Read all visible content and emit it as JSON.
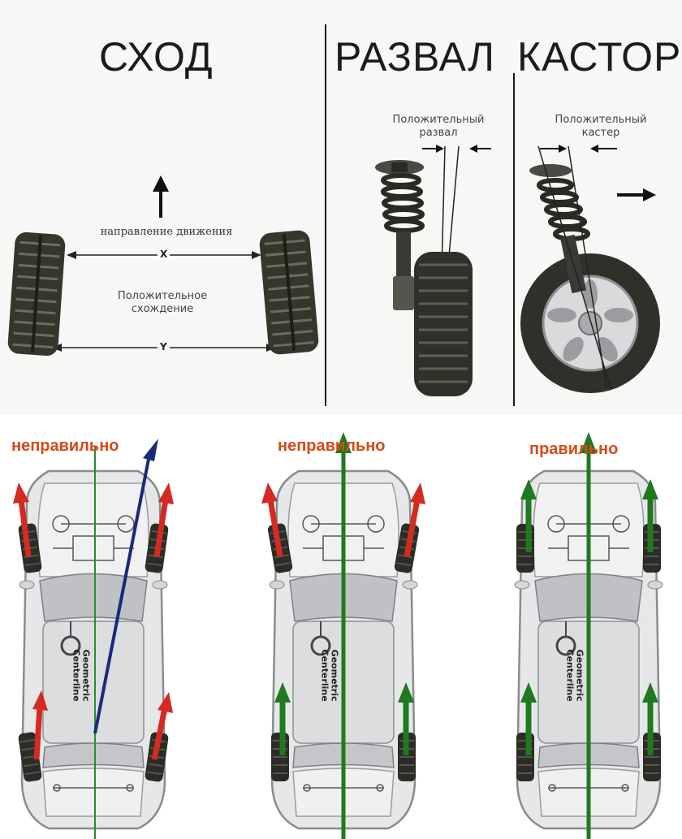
{
  "sections": {
    "toe": {
      "title": "СХОД",
      "direction_label": "направление движения",
      "x_label": "X",
      "y_label": "Y",
      "positive_label_line1": "Положительное",
      "positive_label_line2": "схождение"
    },
    "camber": {
      "title": "РАЗВАЛ",
      "positive_label_line1": "Положительный",
      "positive_label_line2": "развал"
    },
    "caster": {
      "title": "КАСТОР",
      "positive_label_line1": "Положительный",
      "positive_label_line2": "кастер"
    }
  },
  "cars": [
    {
      "verdict": "неправильно",
      "caption_line1": "Geometric",
      "caption_line2": "Centerline",
      "wheel_arrow_color": "red",
      "thrust_line": "blue"
    },
    {
      "verdict": "неправильно",
      "caption_line1": "Geometric",
      "caption_line2": "Centerline",
      "wheel_arrow_color": "red/green",
      "thrust_line": "green"
    },
    {
      "verdict": "правильно",
      "caption_line1": "Geometric",
      "caption_line2": "Centerline",
      "wheel_arrow_color": "green",
      "thrust_line": "green"
    }
  ],
  "colors": {
    "verdict_text": "#d64a17",
    "arrow_red": "#d42a22",
    "arrow_green": "#1f7a1f",
    "arrow_blue": "#1a2a7a",
    "centerline_green": "#2e8b2e",
    "tire": "#3a3a30"
  }
}
